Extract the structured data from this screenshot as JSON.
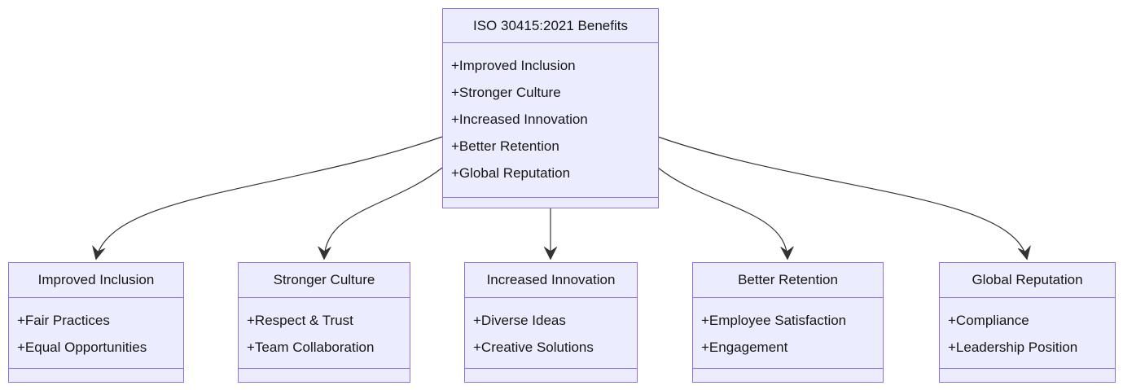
{
  "diagram": {
    "type": "class-diagram",
    "root": {
      "title": "ISO 30415:2021 Benefits",
      "attributes": [
        "+Improved Inclusion",
        "+Stronger Culture",
        "+Increased Innovation",
        "+Better Retention",
        "+Global Reputation"
      ]
    },
    "children": [
      {
        "title": "Improved Inclusion",
        "attributes": [
          "+Fair Practices",
          "+Equal Opportunities"
        ]
      },
      {
        "title": "Stronger Culture",
        "attributes": [
          "+Respect & Trust",
          "+Team Collaboration"
        ]
      },
      {
        "title": "Increased Innovation",
        "attributes": [
          "+Diverse Ideas",
          "+Creative Solutions"
        ]
      },
      {
        "title": "Better Retention",
        "attributes": [
          "+Employee Satisfaction",
          "+Engagement"
        ]
      },
      {
        "title": "Global Reputation",
        "attributes": [
          "+Compliance",
          "+Leadership Position"
        ]
      }
    ],
    "edges": [
      {
        "from": "ISO 30415:2021 Benefits",
        "to": "Improved Inclusion"
      },
      {
        "from": "ISO 30415:2021 Benefits",
        "to": "Stronger Culture"
      },
      {
        "from": "ISO 30415:2021 Benefits",
        "to": "Increased Innovation"
      },
      {
        "from": "ISO 30415:2021 Benefits",
        "to": "Better Retention"
      },
      {
        "from": "ISO 30415:2021 Benefits",
        "to": "Global Reputation"
      }
    ],
    "colors": {
      "node_fill": "#ECECFF",
      "node_border": "#9370DB",
      "edge_stroke": "#333333",
      "text": "#161616",
      "background": "#ffffff"
    }
  }
}
